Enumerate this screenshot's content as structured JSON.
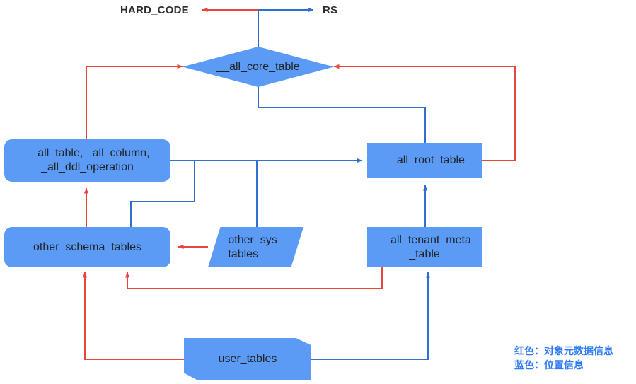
{
  "diagram": {
    "title": "OceanBase metadata / location information flow",
    "colors": {
      "node_fill": "#5b9bf5",
      "node_text": "#1f2328",
      "metadata_edge": "#e8453c",
      "location_edge": "#2f6fd0",
      "legend_text": "#2f7bf6",
      "background": "#ffffff"
    },
    "endpoints": [
      {
        "id": "hard_code",
        "label": "HARD_CODE"
      },
      {
        "id": "rs",
        "label": "RS"
      }
    ],
    "nodes": [
      {
        "id": "all_core_table",
        "label": "__all_core_table",
        "shape": "diamond"
      },
      {
        "id": "all_table_group",
        "label": "__all_table, _all_column,\n_all_ddl_operation",
        "shape": "rounded-rect"
      },
      {
        "id": "all_root_table",
        "label": "__all_root_table",
        "shape": "rect"
      },
      {
        "id": "other_schema_tables",
        "label": "other_schema_tables",
        "shape": "rounded-rect"
      },
      {
        "id": "other_sys_tables",
        "label": "other_sys_\ntables",
        "shape": "parallelogram"
      },
      {
        "id": "all_tenant_meta_table",
        "label": "__all_tenant_meta\n_table",
        "shape": "rect"
      },
      {
        "id": "user_tables",
        "label": "user_tables",
        "shape": "card"
      }
    ],
    "legend": {
      "metadata_line": "红色：对象元数据信息",
      "location_line": "蓝色：位置信息"
    }
  }
}
